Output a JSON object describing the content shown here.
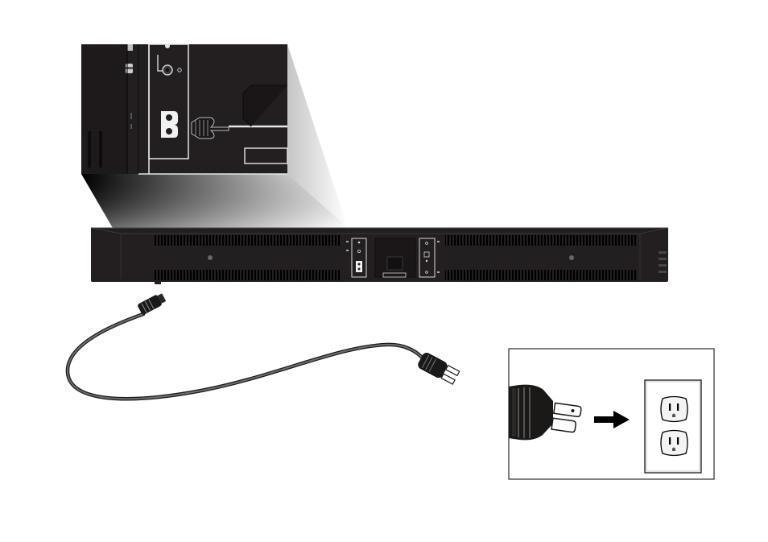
{
  "figure": {
    "background": "#ffffff",
    "device_color": "#231f20",
    "cord_color": "#5a5a5a",
    "line_color": "#000000",
    "components": [
      "soundbar",
      "magnified-power-port",
      "power-cord",
      "wall-outlet"
    ],
    "icons": {
      "plug": "plug-icon",
      "outlet": "outlet-icon",
      "arrow": "arrow-right-icon"
    }
  }
}
